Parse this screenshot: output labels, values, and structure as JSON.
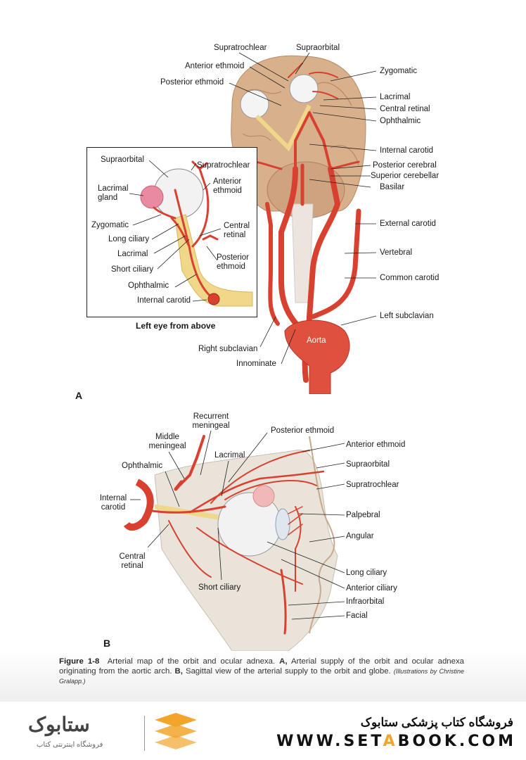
{
  "panel_a": {
    "letter": "A",
    "labels": {
      "supratrochlear": "Supratrochlear",
      "supraorbital": "Supraorbital",
      "anterior_ethmoid": "Anterior ethmoid",
      "posterior_ethmoid": "Posterior ethmoid",
      "zygomatic": "Zygomatic",
      "lacrimal": "Lacrimal",
      "central_retinal": "Central retinal",
      "ophthalmic": "Ophthalmic",
      "internal_carotid": "Internal carotid",
      "posterior_cerebral": "Posterior cerebral",
      "superior_cerebellar": "Superior cerebellar",
      "basilar": "Basilar",
      "external_carotid": "External carotid",
      "vertebral": "Vertebral",
      "common_carotid": "Common carotid",
      "left_subclavian": "Left subclavian",
      "right_subclavian": "Right subclavian",
      "innominate": "Innominate",
      "aorta": "Aorta"
    },
    "inset": {
      "caption": "Left eye from above",
      "supraorbital": "Supraorbital",
      "supratrochlear": "Supratrochlear",
      "lacrimal_gland_1": "Lacrimal",
      "lacrimal_gland_2": "gland",
      "anterior_ethmoid_1": "Anterior",
      "anterior_ethmoid_2": "ethmoid",
      "zygomatic": "Zygomatic",
      "long_ciliary": "Long ciliary",
      "central_retinal_1": "Central",
      "central_retinal_2": "retinal",
      "lacrimal": "Lacrimal",
      "posterior_ethmoid_1": "Posterior",
      "posterior_ethmoid_2": "ethmoid",
      "short_ciliary": "Short ciliary",
      "ophthalmic": "Ophthalmic",
      "internal_carotid": "Internal carotid"
    }
  },
  "panel_b": {
    "letter": "B",
    "labels": {
      "recurrent_meningeal_1": "Recurrent",
      "recurrent_meningeal_2": "meningeal",
      "middle_meningeal_1": "Middle",
      "middle_meningeal_2": "meningeal",
      "posterior_ethmoid": "Posterior ethmoid",
      "anterior_ethmoid": "Anterior ethmoid",
      "lacrimal": "Lacrimal",
      "ophthalmic": "Ophthalmic",
      "supraorbital": "Supraorbital",
      "supratrochlear": "Supratrochlear",
      "internal_carotid_1": "Internal",
      "internal_carotid_2": "carotid",
      "palpebral": "Palpebral",
      "angular": "Angular",
      "central_retinal_1": "Central",
      "central_retinal_2": "retinal",
      "long_ciliary": "Long ciliary",
      "short_ciliary": "Short ciliary",
      "anterior_ciliary": "Anterior ciliary",
      "infraorbital": "Infraorbital",
      "facial": "Facial"
    }
  },
  "caption": {
    "figure": "Figure 1-8",
    "text_1": "Arterial map of the orbit and ocular adnexa.",
    "a": "A,",
    "text_2": "Arterial supply of the orbit and ocular adnexa originating from the aortic arch.",
    "b": "B,",
    "text_3": "Sagittal view of the arterial supply to the orbit and globe.",
    "credit": "(Illustrations by Christine Gralapp.)"
  },
  "footer": {
    "shop_name": "فروشگاه کتاب پزشکی ستابوک",
    "url_1": "WWW.SET",
    "url_2": "A",
    "url_3": "BOOK.COM",
    "brand": "ستابوک",
    "brand_sub": "فروشگاه اینترنتی کتاب"
  },
  "colors": {
    "artery": "#d8412f",
    "brain": "#d9b08c",
    "nerve": "#f1d78a",
    "globe": "#f2f2f2",
    "accent": "#f2a42b"
  }
}
